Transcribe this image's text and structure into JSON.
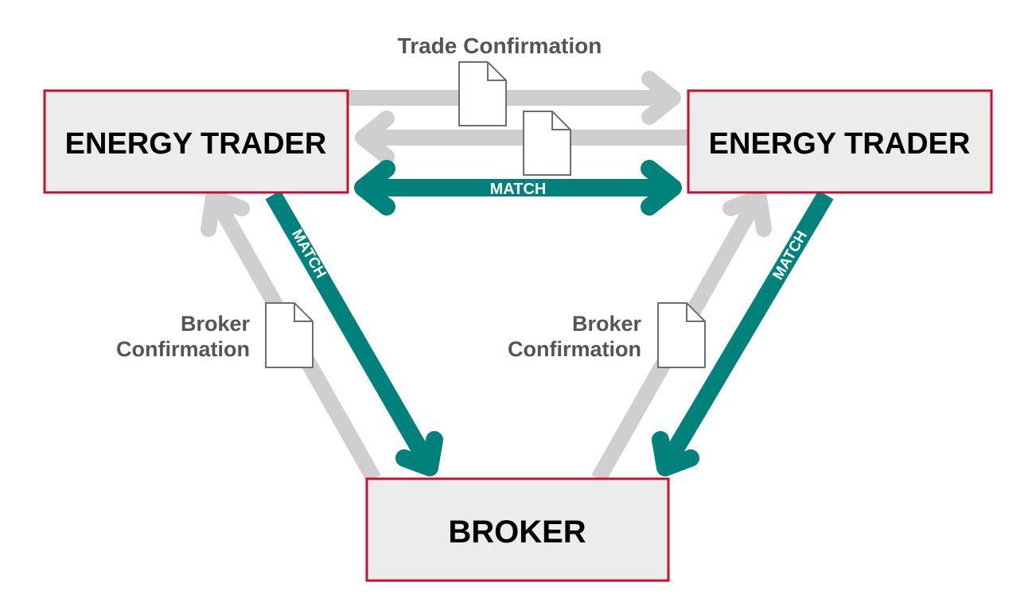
{
  "colors": {
    "node_fill": "#ececec",
    "node_border": "#c8102e",
    "confirmation_arrow": "#cfcfcf",
    "match_arrow": "#00827c",
    "caption_text": "#555555",
    "document_border": "#6e6e6e"
  },
  "nodes": {
    "trader_left": "ENERGY TRADER",
    "trader_right": "ENERGY TRADER",
    "broker": "BROKER"
  },
  "labels": {
    "trade_confirmation": "Trade Confirmation",
    "broker_confirmation_left": [
      "Broker",
      "Confirmation"
    ],
    "broker_confirmation_right": [
      "Broker",
      "Confirmation"
    ],
    "match_top": "MATCH",
    "match_left": "MATCH",
    "match_right": "MATCH"
  },
  "icons": {
    "document": "document-icon"
  }
}
